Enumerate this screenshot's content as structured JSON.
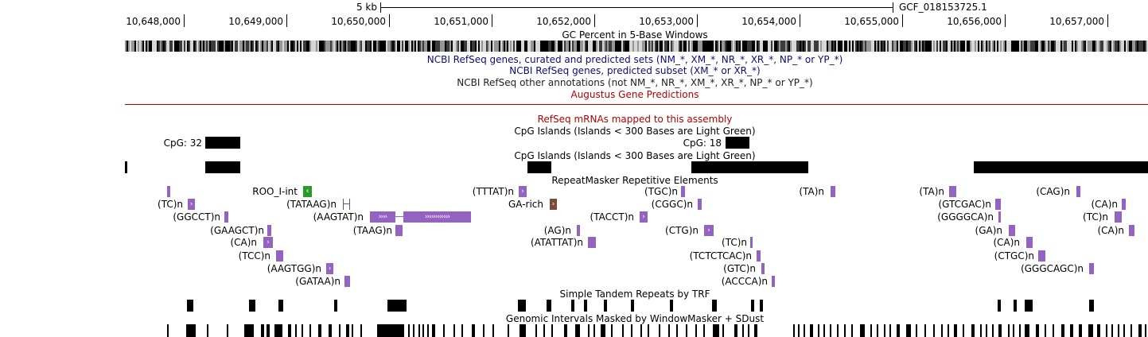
{
  "ruler": {
    "scale_label": "5 kb",
    "assembly": "GCF_018153725.1",
    "positions": [
      "10,648,000",
      "10,649,000",
      "10,650,000",
      "10,651,000",
      "10,652,000",
      "10,653,000",
      "10,654,000",
      "10,655,000",
      "10,656,000",
      "10,657,000"
    ]
  },
  "tracks": {
    "gc_percent": "GC Percent in 5-Base Windows",
    "refseq_curated": "NCBI RefSeq genes, curated and predicted sets (NM_*, XM_*, NR_*, XR_*, NP_* or YP_*)",
    "refseq_predicted": "NCBI RefSeq genes, predicted subset (XM_* or XR_*)",
    "refseq_other": "NCBI RefSeq other annotations (not NM_*, NR_*, XM_*, XR_*, NP_* or YP_*)",
    "augustus": "Augustus Gene Predictions",
    "refseq_mrnas": "RefSeq mRNAs mapped to this assembly",
    "cpg_islands_1": "CpG Islands (Islands < 300 Bases are Light Green)",
    "cpg_islands_2": "CpG Islands (Islands < 300 Bases are Light Green)",
    "repeatmasker": "RepeatMasker Repetitive Elements",
    "trf": "Simple Tandem Repeats by TRF",
    "windowmasker": "Genomic Intervals Masked by WindowMasker + SDust"
  },
  "cpg_labels": [
    "CpG: 32",
    "CpG: 18"
  ],
  "repeat_labels": [
    "ROO_I-int",
    "(TTTAT)n",
    "(TGC)n",
    "(TA)n",
    "(TA)n",
    "(CAG)n",
    "(TC)n",
    "(TATAAG)n",
    "GA-rich",
    "(CGGC)n",
    "(GTCGAC)n",
    "(CA)n",
    "(GGCCT)n",
    "(AAGTAT)n",
    "(TACCT)n",
    "(GGGGCA)n",
    "(TC)n",
    "(GAAGCT)n",
    "(TAAG)n",
    "(AG)n",
    "(CTG)n",
    "(GA)n",
    "(CA)n",
    "(CA)n",
    "(ATATTAT)n",
    "(TC)n",
    "(CA)n",
    "(TCC)n",
    "(TCTCTCAC)n",
    "(CTGC)n",
    "(AAGTGG)n",
    "(GTC)n",
    "(GGGCAGC)n",
    "(GATAA)n",
    "(ACCCA)n"
  ],
  "colors": {
    "refseq_blue": "#0c0c78",
    "augustus_red": "#b40000",
    "repeat_purple": "#9462c0",
    "roo_green": "#2a9a2a",
    "ga_rich_brown": "#7a4a3a"
  }
}
